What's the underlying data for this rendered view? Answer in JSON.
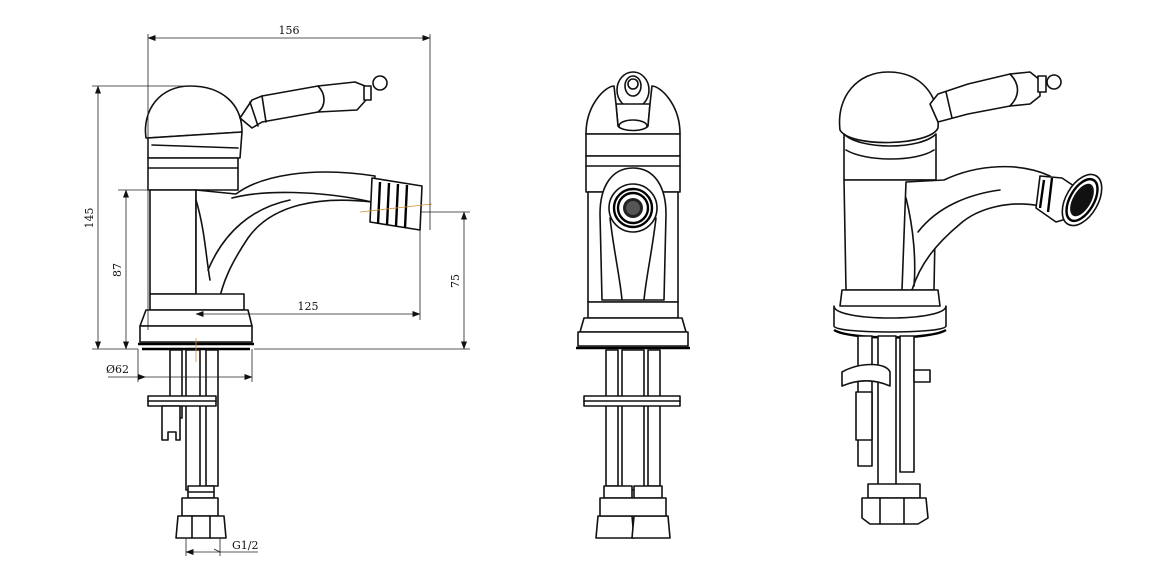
{
  "dimensions": {
    "overall_width": "156",
    "overall_height": "145",
    "spout_height": "87",
    "outlet_height": "75",
    "spout_reach": "125",
    "base_diameter": "Ø62",
    "connection_thread": "G1/2"
  },
  "colors": {
    "line": "#111111",
    "centerline": "#d4943a",
    "background": "#ffffff"
  }
}
